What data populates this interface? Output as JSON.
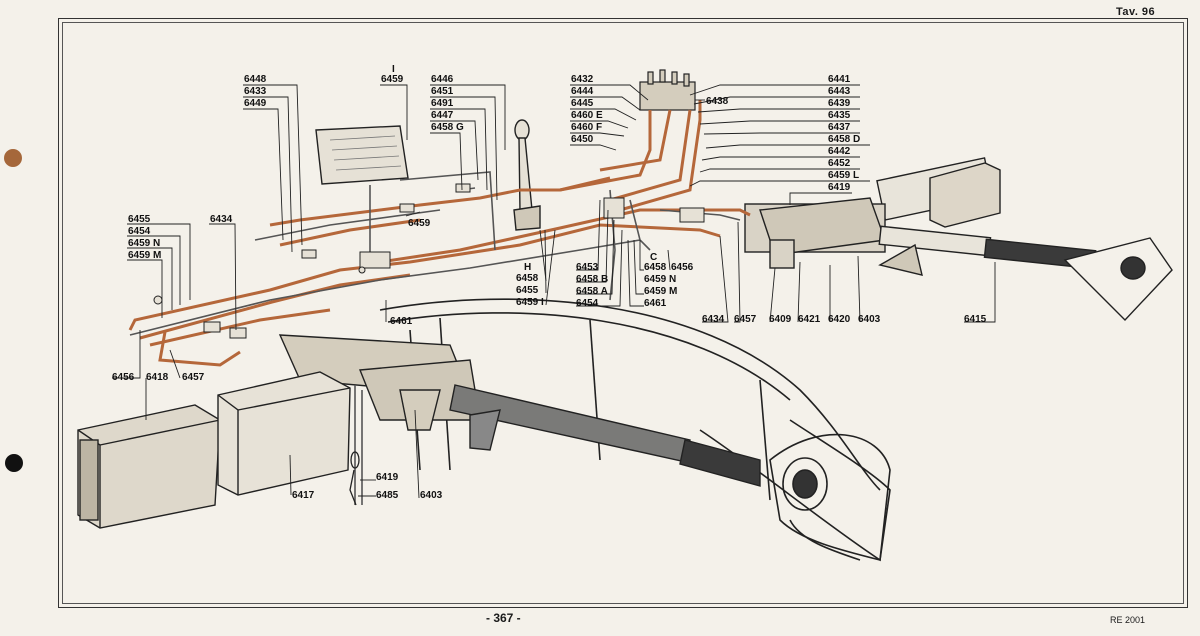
{
  "page": {
    "plate": "Tav. 96",
    "page_number": "- 367 -",
    "code": "RE 2001"
  },
  "labels": {
    "l6448": "6448",
    "l6433": "6433",
    "l6449": "6449",
    "l6459i": "I",
    "l6459i_num": "6459",
    "l6446": "6446",
    "l6451": "6451",
    "l6491": "6491",
    "l6447": "6447",
    "l6458g": "6458 G",
    "l6432": "6432",
    "l6444": "6444",
    "l6445": "6445",
    "l6460e": "6460  E",
    "l6460f": "6460  F",
    "l6450": "6450",
    "l6438": "6438",
    "l6441": "6441",
    "l6443": "6443",
    "l6439": "6439",
    "l6435": "6435",
    "l6437": "6437",
    "l6458d": "6458  D",
    "l6442": "6442",
    "l6452": "6452",
    "l6459l": "6459  L",
    "l6419a": "6419",
    "l6455a": "6455",
    "l6454a": "6454",
    "l6459n": "6459  N",
    "l6459m": "6459  M",
    "l6434a": "6434",
    "l6459b": "6459",
    "lh": "H",
    "l6458": "6458",
    "l6455b": "6455",
    "l6459i2": "6459  I",
    "l6453": "6453",
    "l6458b": "6458 B",
    "l6458a": "6458 A",
    "l6454b": "6454",
    "lc": "C",
    "l6458c": "6458",
    "l6456a": "6456",
    "l6459n2": "6459  N",
    "l6459m2": "6459  M",
    "l6461a": "6461",
    "l6434b": "6434",
    "l6457a": "6457",
    "l6409": "6409",
    "l6421": "6421",
    "l6420": "6420",
    "l6403a": "6403",
    "l6415": "6415",
    "l6461b": "6461",
    "l6456b": "6456",
    "l6418": "6418",
    "l6457b": "6457",
    "l6417": "6417",
    "l6419b": "6419",
    "l6485": "6485",
    "l6403b": "6403"
  },
  "colors": {
    "pipe_copper": "#b5673a",
    "line": "#222222",
    "paper": "#f4f1ea"
  }
}
